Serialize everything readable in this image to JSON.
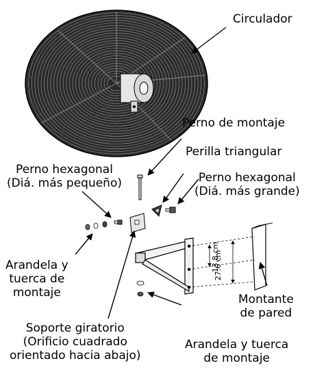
{
  "labels": {
    "circulador": "Circulador",
    "perno_montaje": "Perno de montaje",
    "perilla": "Perilla triangular",
    "perno_hex_grande_l1": "Perno hexagonal",
    "perno_hex_grande_l2": "(Diá. más grande)",
    "perno_hex_peq_l1": "Perno hexagonal",
    "perno_hex_peq_l2": "(Diá. más pequeño)",
    "arandela_izq_l1": "Arandela y",
    "arandela_izq_l2": "tuerca de",
    "arandela_izq_l3": "montaje",
    "montante_l1": "Montante",
    "montante_l2": "de pared",
    "soporte_l1": "Soporte giratorio",
    "soporte_l2": "(Orificio cuadrado",
    "soporte_l3": "orientado hacia abajo)",
    "arandela_der_l1": "Arandela y tuerca",
    "arandela_der_l2": "de montaje"
  },
  "dimensions": {
    "upper": "13.8 cm",
    "lower": "27.6 cm"
  },
  "colors": {
    "ink": "#000000",
    "fan_dark": "#2b2b2b",
    "metal": "#d9d9d9"
  }
}
